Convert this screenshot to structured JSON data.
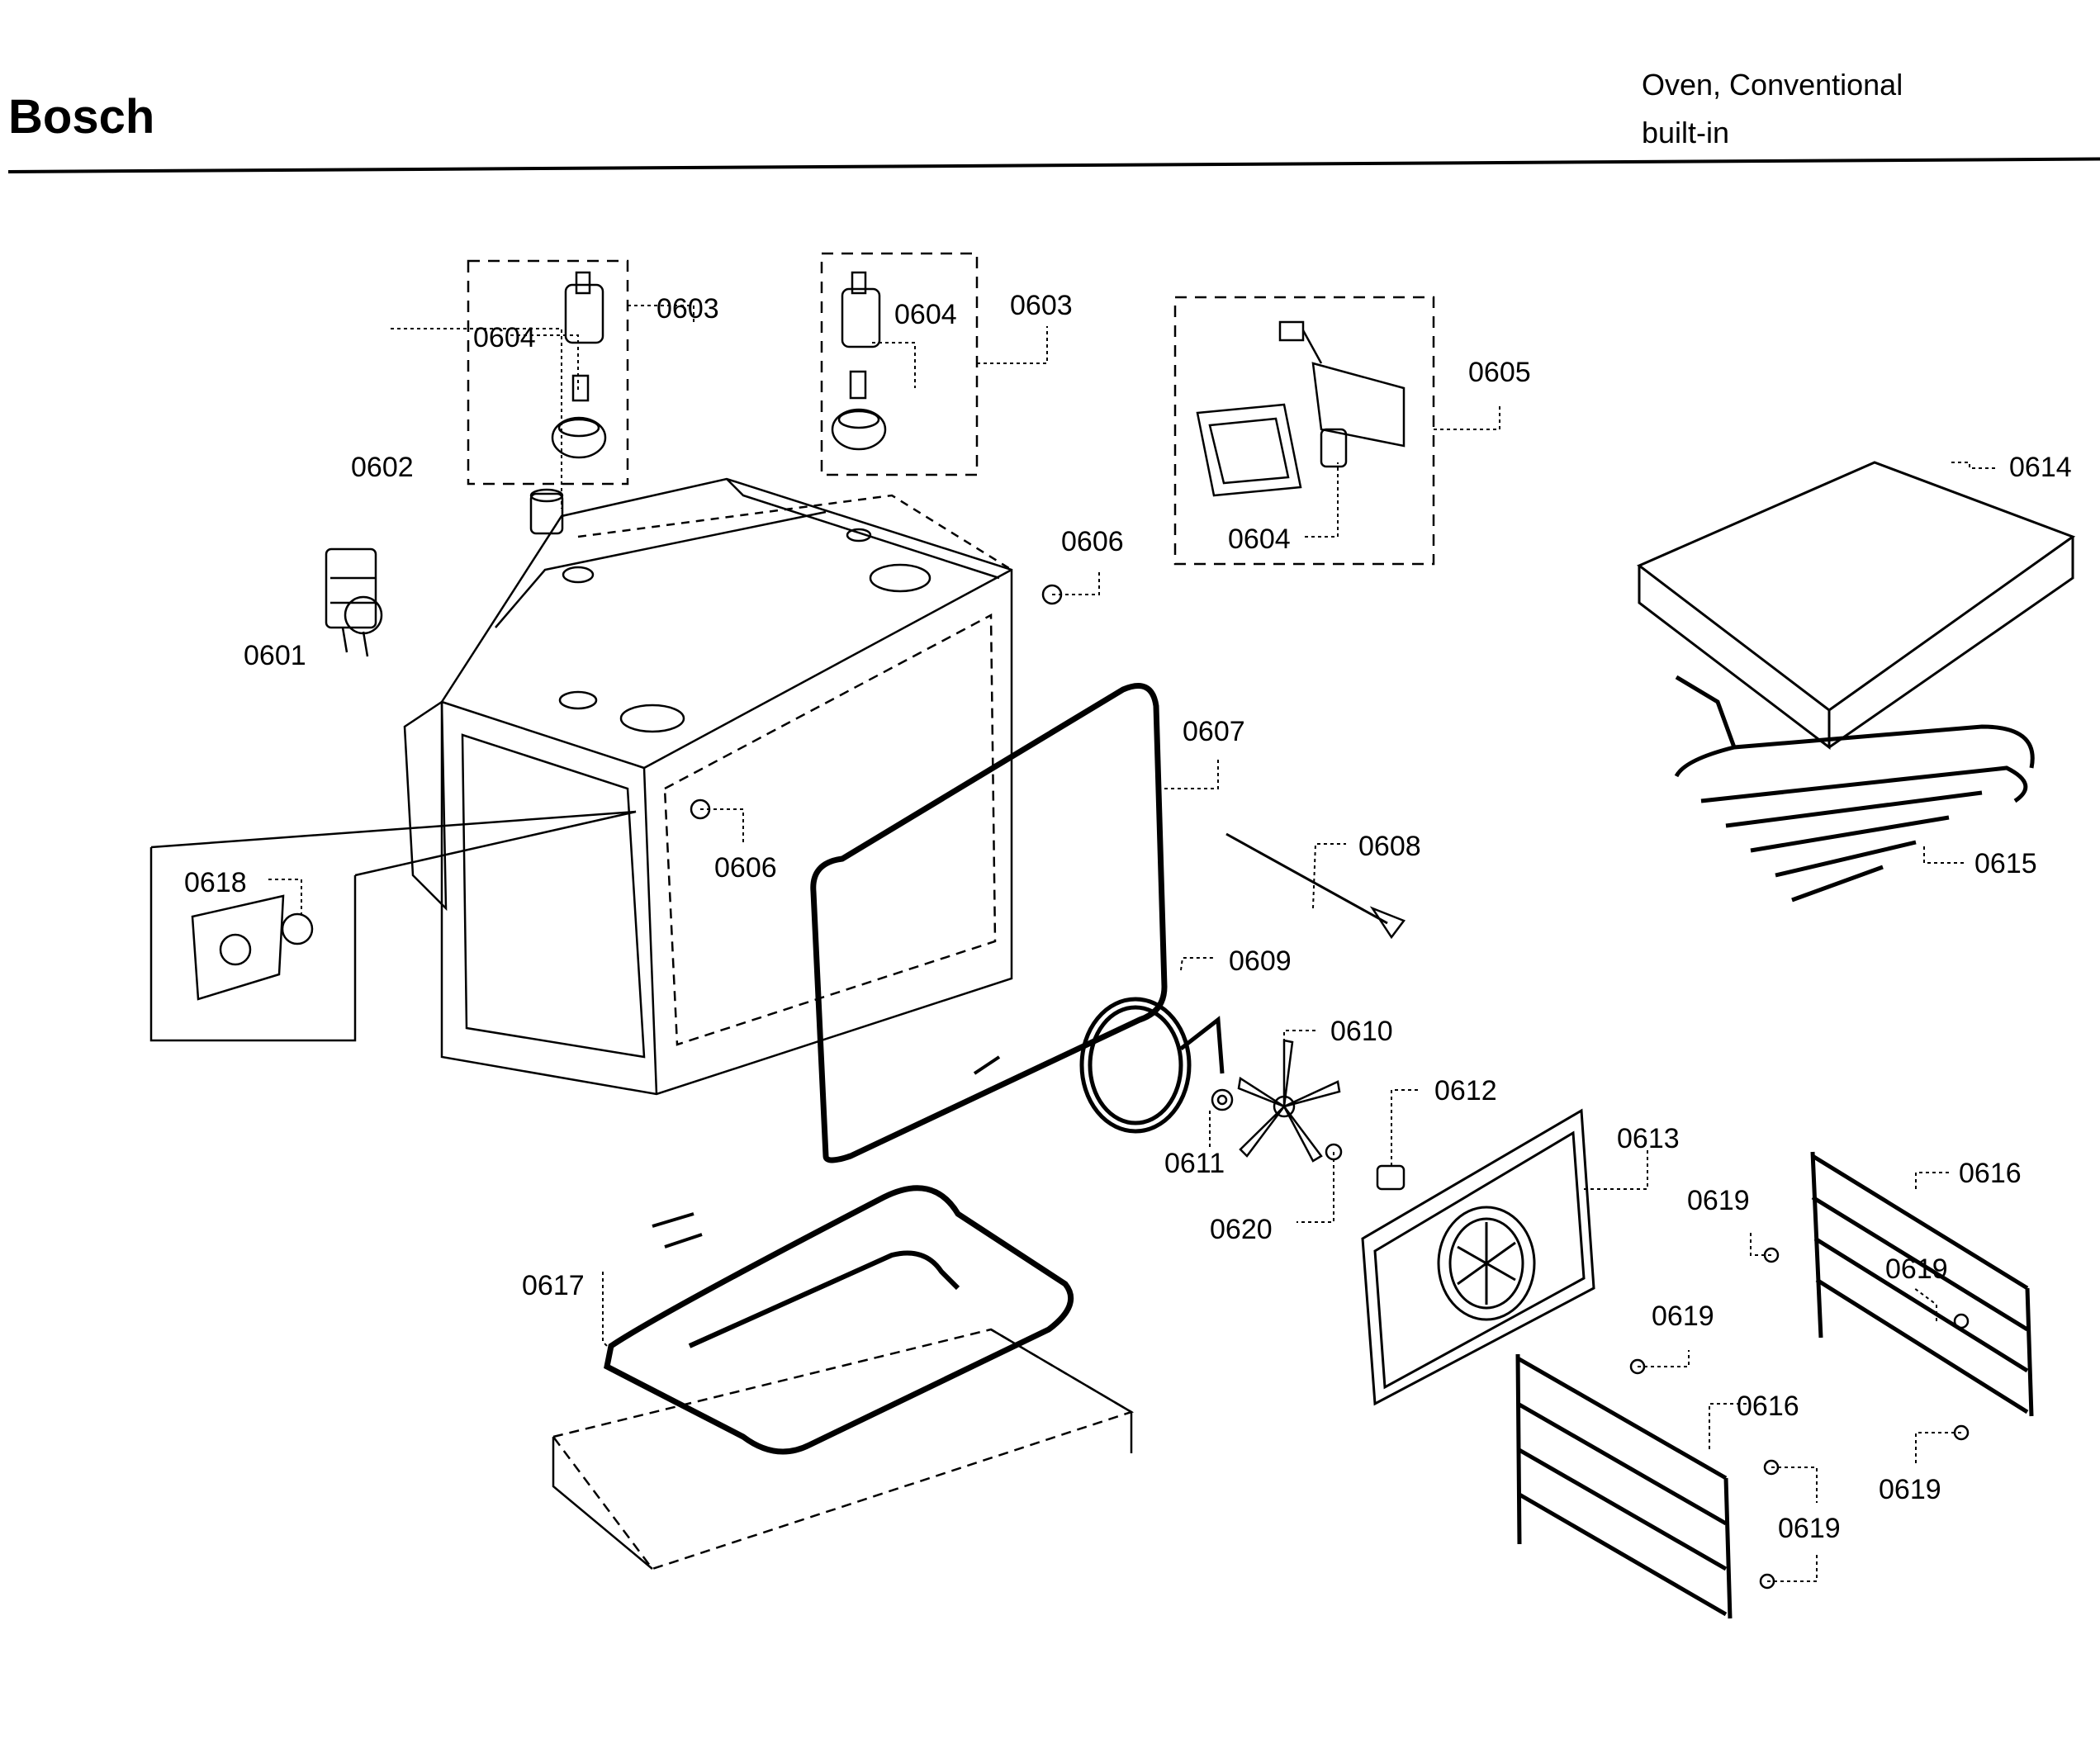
{
  "header": {
    "brand": "Bosch",
    "description_line1": "Oven, Conventional",
    "description_line2": "built-in"
  },
  "parts": [
    {
      "id": "p0601",
      "label": "0601"
    },
    {
      "id": "p0602",
      "label": "0602"
    },
    {
      "id": "p0603a",
      "label": "0603"
    },
    {
      "id": "p0603b",
      "label": "0603"
    },
    {
      "id": "p0604a",
      "label": "0604"
    },
    {
      "id": "p0604b",
      "label": "0604"
    },
    {
      "id": "p0604c",
      "label": "0604"
    },
    {
      "id": "p0605",
      "label": "0605"
    },
    {
      "id": "p0606a",
      "label": "0606"
    },
    {
      "id": "p0606b",
      "label": "0606"
    },
    {
      "id": "p0607",
      "label": "0607"
    },
    {
      "id": "p0608",
      "label": "0608"
    },
    {
      "id": "p0609",
      "label": "0609"
    },
    {
      "id": "p0610",
      "label": "0610"
    },
    {
      "id": "p0611",
      "label": "0611"
    },
    {
      "id": "p0612",
      "label": "0612"
    },
    {
      "id": "p0613",
      "label": "0613"
    },
    {
      "id": "p0614",
      "label": "0614"
    },
    {
      "id": "p0615",
      "label": "0615"
    },
    {
      "id": "p0616a",
      "label": "0616"
    },
    {
      "id": "p0616b",
      "label": "0616"
    },
    {
      "id": "p0617",
      "label": "0617"
    },
    {
      "id": "p0618",
      "label": "0618"
    },
    {
      "id": "p0619a",
      "label": "0619"
    },
    {
      "id": "p0619b",
      "label": "0619"
    },
    {
      "id": "p0619c",
      "label": "0619"
    },
    {
      "id": "p0619d",
      "label": "0619"
    },
    {
      "id": "p0619e",
      "label": "0619"
    },
    {
      "id": "p0620",
      "label": "0620"
    }
  ]
}
